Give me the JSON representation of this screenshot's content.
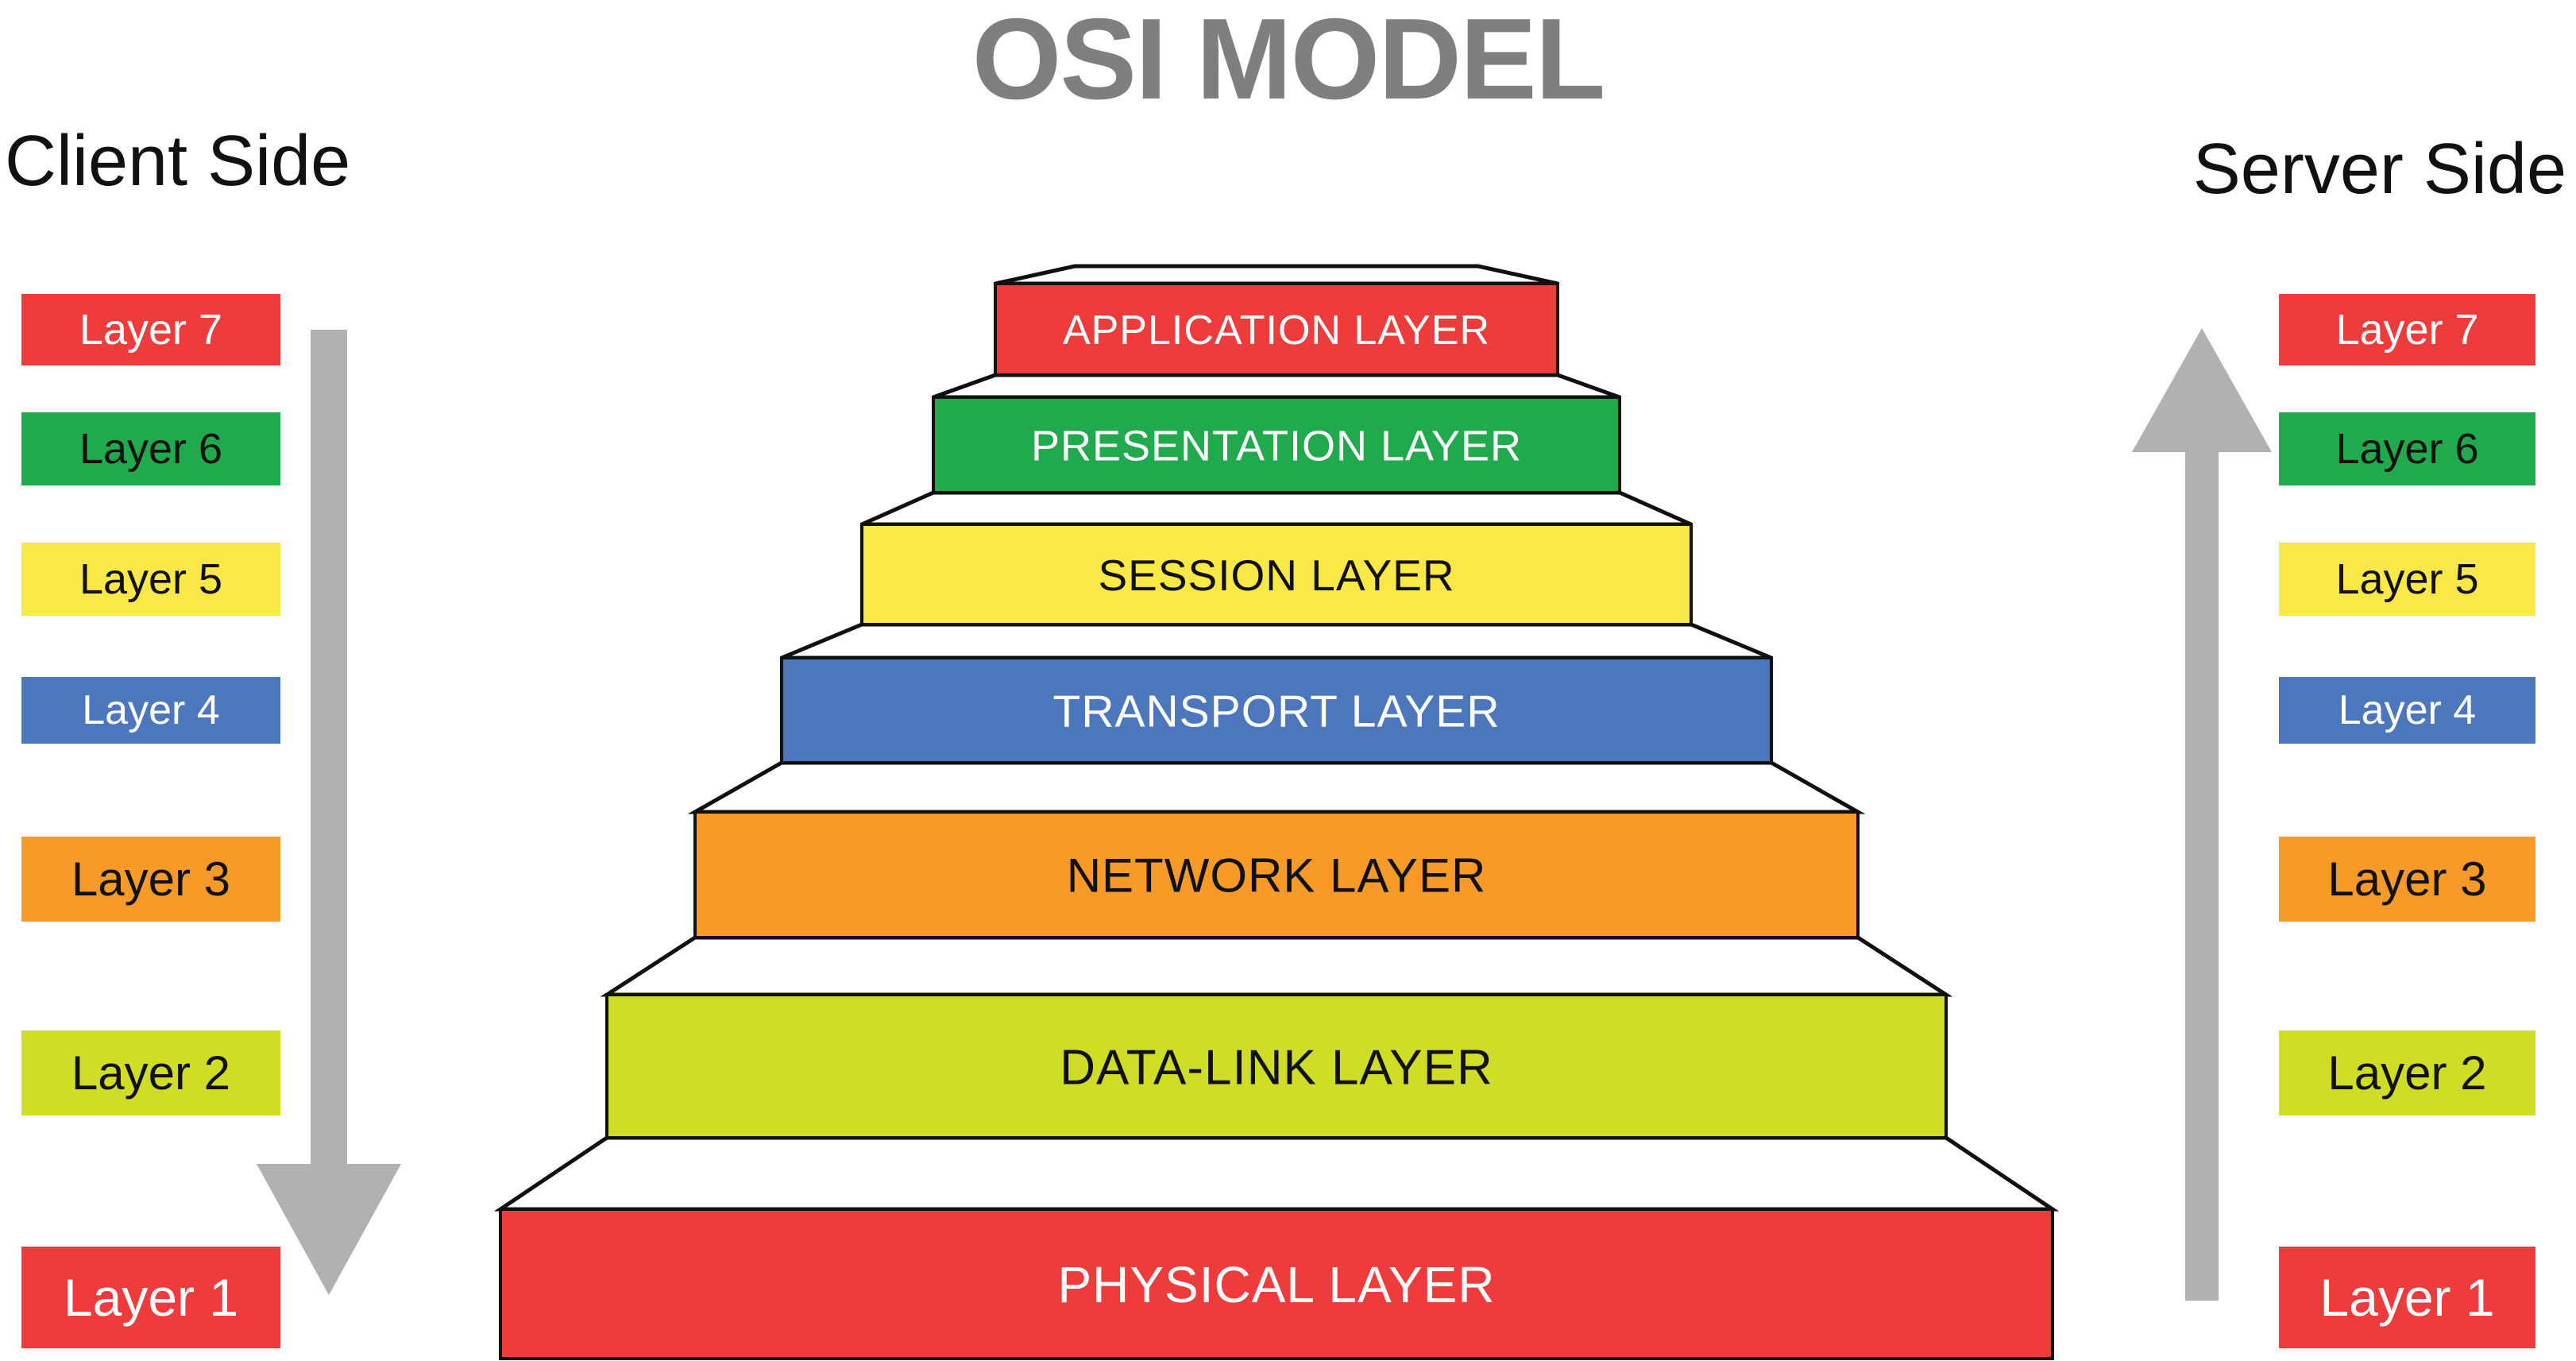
{
  "title": {
    "text": "OSI MODEL",
    "color": "#7f7f7f"
  },
  "client": {
    "heading": "Client Side",
    "arrow_direction": "down"
  },
  "server": {
    "heading": "Server Side",
    "arrow_direction": "up"
  },
  "arrow_color": "#b1b1b1",
  "outline_color": "#101010",
  "tread_color": "#ffffff",
  "layers": [
    {
      "number": 7,
      "badge_label": "Layer 7",
      "pyramid_label": "APPLICATION LAYER",
      "fill": "#ee3b3b",
      "badge_text_color": "#ffffff",
      "pyramid_text_color": "#ffffff"
    },
    {
      "number": 6,
      "badge_label": "Layer 6",
      "pyramid_label": "PRESENTATION LAYER",
      "fill": "#21a94d",
      "badge_text_color": "#111111",
      "pyramid_text_color": "#ffffff"
    },
    {
      "number": 5,
      "badge_label": "Layer 5",
      "pyramid_label": "SESSION LAYER",
      "fill": "#f9e847",
      "badge_text_color": "#111111",
      "pyramid_text_color": "#111111"
    },
    {
      "number": 4,
      "badge_label": "Layer 4",
      "pyramid_label": "TRANSPORT LAYER",
      "fill": "#4c77bc",
      "badge_text_color": "#ffffff",
      "pyramid_text_color": "#ffffff"
    },
    {
      "number": 3,
      "badge_label": "Layer 3",
      "pyramid_label": "NETWORK LAYER",
      "fill": "#f89a28",
      "badge_text_color": "#111111",
      "pyramid_text_color": "#111111"
    },
    {
      "number": 2,
      "badge_label": "Layer 2",
      "pyramid_label": "DATA-LINK LAYER",
      "fill": "#d0dd26",
      "badge_text_color": "#111111",
      "pyramid_text_color": "#111111"
    },
    {
      "number": 1,
      "badge_label": "Layer 1",
      "pyramid_label": "PHYSICAL LAYER",
      "fill": "#ee3b3b",
      "badge_text_color": "#ffffff",
      "pyramid_text_color": "#ffffff"
    }
  ]
}
